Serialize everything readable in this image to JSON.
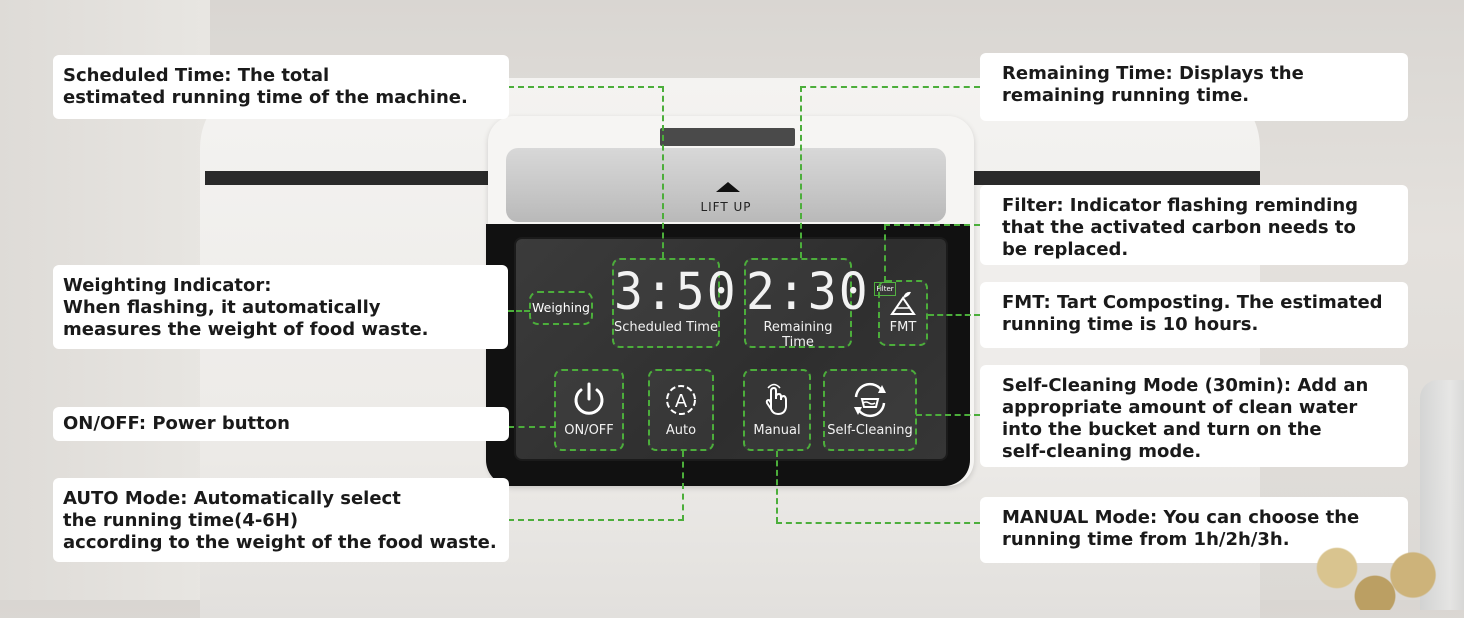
{
  "device": {
    "lift_label": "LIFT UP",
    "scheduled_time_value": "3:50",
    "scheduled_time_label": "Scheduled Time",
    "remaining_time_value": "2:30",
    "remaining_time_label": "Remaining Time",
    "weighing_label": "Weighing",
    "filter_label": "Filter",
    "fmt_label": "FMT",
    "buttons": [
      {
        "label": "ON/OFF",
        "icon": "power-icon"
      },
      {
        "label": "Auto",
        "icon": "auto-icon"
      },
      {
        "label": "Manual",
        "icon": "hand-icon"
      },
      {
        "label": "Self-Cleaning",
        "icon": "cleaning-icon"
      }
    ]
  },
  "callouts": {
    "scheduled_time": "Scheduled Time: The total\nestimated running time of the machine.",
    "weighing_indicator": "Weighting Indicator:\nWhen flashing, it automatically\nmeasures the weight of food waste.",
    "on_off": "ON/OFF: Power button",
    "auto_mode": "AUTO Mode: Automatically select\nthe running time(4-6H)\naccording to the weight of the food waste.",
    "remaining_time": "Remaining Time: Displays the\nremaining running time.",
    "filter": "Filter: Indicator flashing reminding\nthat the activated carbon needs to\nbe replaced.",
    "fmt": "FMT: Tart Composting. The estimated\nrunning time is 10 hours.",
    "self_cleaning": "Self-Cleaning Mode (30min): Add an\nappropriate amount of clean water\ninto the bucket and turn on the\nself-cleaning mode.",
    "manual_mode": "MANUAL Mode: You can choose the\nrunning time from 1h/2h/3h."
  },
  "colors": {
    "accent": "#4cae3b"
  }
}
